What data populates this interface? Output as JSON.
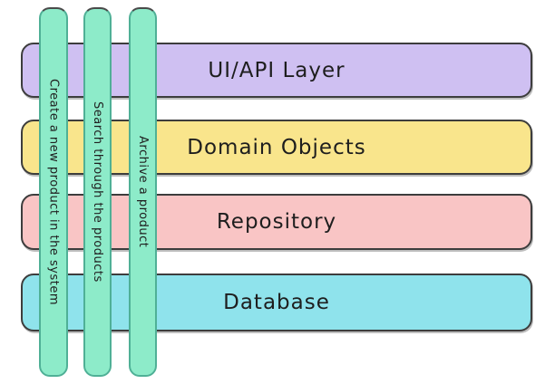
{
  "colors": {
    "background": "#ffffff",
    "text": "#1e1e1e",
    "layer_stroke": "#3d3d3d",
    "usecase_fill": "#8debc9",
    "usecase_stroke": "#4fb096"
  },
  "layers": [
    {
      "label": "UI/API Layer",
      "fill": "#cfc0f2"
    },
    {
      "label": "Domain Objects",
      "fill": "#f9e58c"
    },
    {
      "label": "Repository",
      "fill": "#f9c5c5"
    },
    {
      "label": "Database",
      "fill": "#8fe3ec"
    }
  ],
  "use_cases": [
    {
      "label": "Create a new product in the system",
      "fill": "#8debc9"
    },
    {
      "label": "Search through the products",
      "fill": "#8debc9"
    },
    {
      "label": "Archive a product",
      "fill": "#8debc9"
    }
  ]
}
